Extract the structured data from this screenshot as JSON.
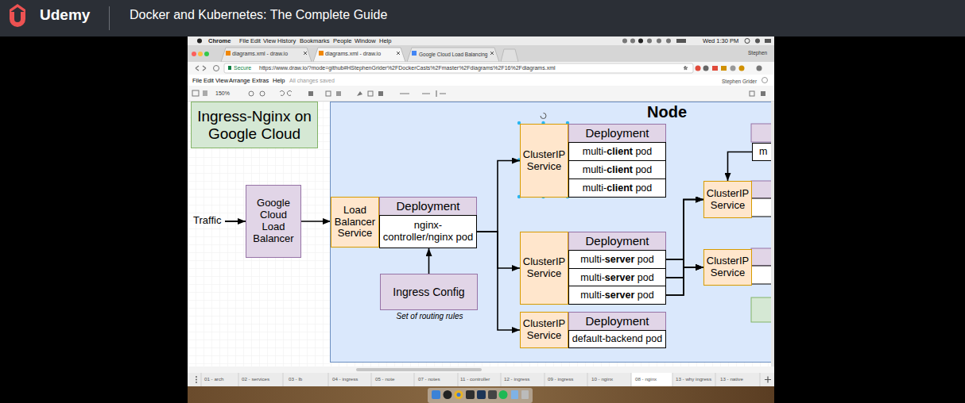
{
  "diagram": {
    "nodes": [
      {
        "text": [
          "Ingress-Nginx on Google Cloud"
        ]
      },
      {
        "text": [
          "Node"
        ]
      },
      {
        "text": [
          "Google Cloud Load Balancer"
        ]
      },
      {
        "text": [
          "Load Balancer Service"
        ],
        "in": 1
      },
      {
        "text": [
          "Deployment"
        ],
        "in": 1
      },
      {
        "text": [
          "nginx-controller/nginx pod"
        ],
        "in": 4
      },
      {
        "text": [
          "Ingress Config",
          "Set of routing rules"
        ],
        "in": 1
      },
      {
        "text": [
          "ClusterIP Service"
        ],
        "in": 1
      },
      {
        "text": [
          "Deployment"
        ],
        "in": 1
      },
      {
        "text": [
          "multi-client pod"
        ],
        "in": 8
      },
      {
        "text": [
          "multi-client pod"
        ],
        "in": 8
      },
      {
        "text": [
          "multi-client pod"
        ],
        "in": 8
      },
      {
        "text": [
          "ClusterIP Service"
        ],
        "in": 1
      },
      {
        "text": [
          "Deployment"
        ],
        "in": 1
      },
      {
        "text": [
          "multi-server pod"
        ],
        "in": 13
      },
      {
        "text": [
          "multi-server pod"
        ],
        "in": 13
      },
      {
        "text": [
          "multi-server pod"
        ],
        "in": 13
      },
      {
        "text": [
          "ClusterIP Service"
        ],
        "in": 1
      },
      {
        "text": [
          "Deployment"
        ],
        "in": 1
      },
      {
        "text": [
          "default-backend pod"
        ],
        "in": 18
      },
      {
        "text": [
          "ClusterIP Service"
        ],
        "in": 1
      },
      {
        "text": [
          "ClusterIP Service"
        ],
        "in": 1
      },
      {
        "text": [
          "m"
        ],
        "in": 1
      }
    ],
    "edges": [
      {
        "from": 2,
        "to": 3,
        "arrow": "to"
      },
      {
        "from": 6,
        "to": 5,
        "arrow": "to"
      },
      {
        "from": 5,
        "to": 7,
        "arrow": "to"
      },
      {
        "from": 5,
        "to": 12,
        "arrow": "to"
      },
      {
        "from": 5,
        "to": 17,
        "arrow": "to"
      },
      {
        "from": 14,
        "to": 20,
        "arrow": "to"
      },
      {
        "from": 15,
        "to": 20,
        "arrow": "to"
      },
      {
        "from": 16,
        "to": 20,
        "arrow": "to"
      },
      {
        "from": 14,
        "to": 21,
        "arrow": "to"
      },
      {
        "from": 15,
        "to": 21,
        "arrow": "to"
      },
      {
        "from": 16,
        "to": 21,
        "arrow": "to"
      },
      {
        "from": 22,
        "to": 20,
        "arrow": "to"
      }
    ],
    "labels": [
      "Udemy",
      "Docker and Kubernetes: The Complete Guide",
      "Chrome",
      "File",
      "Edit",
      "View",
      "History",
      "Bookmarks",
      "People",
      "Window",
      "Help",
      "Wed 1:30 PM",
      "diagrams.xml - draw.io",
      "diagrams.xml - draw.io",
      "Google Cloud Load Balancing",
      "Stephen",
      "Secure",
      "https://www.draw.io/?mode=github#HStephenGrider%2FDockerCasts%2Fmaster%2Fdiagrams%2F16%2Fdiagrams.xml",
      "File",
      "Edit",
      "View",
      "Arrange",
      "Extras",
      "Help",
      "All changes saved",
      "Stephen Grider",
      "150%",
      "Traffic",
      "01 - arch",
      "02 - services",
      "03 - lb",
      "04 - ingress",
      "05 - note",
      "07 - notes",
      "11 - controller",
      "12 - ingress",
      "09 - ingress",
      "10 - nginx",
      "08 - nginx",
      "13 - why ingress",
      "13 - native"
    ]
  }
}
